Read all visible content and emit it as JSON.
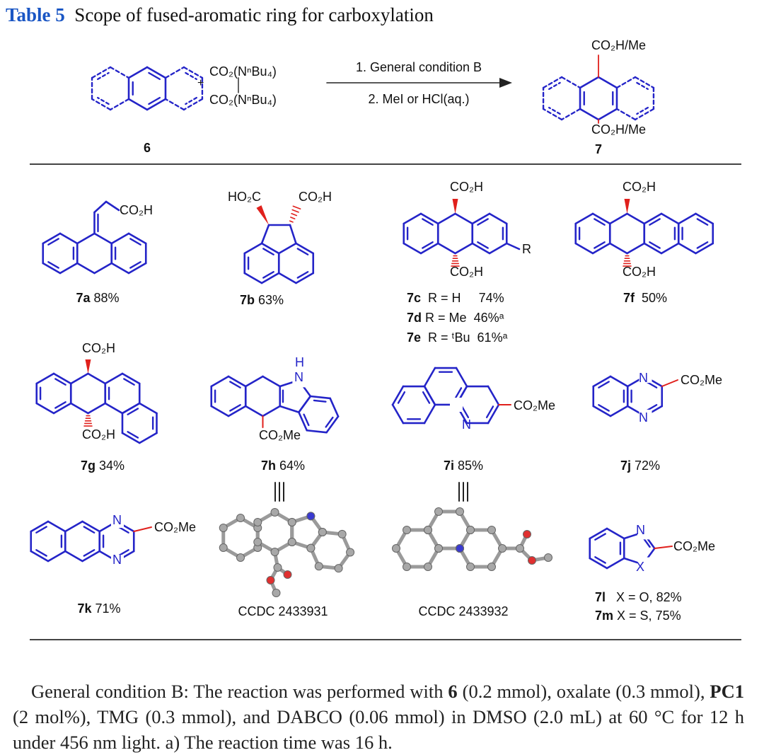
{
  "title": {
    "label": "Table 5",
    "text": "Scope of fused-aromatic ring for carboxylation"
  },
  "scheme": {
    "substrate_id": "6",
    "plus": "+",
    "reagent_top": "CO₂(NⁿBu₄)",
    "reagent_bottom": "CO₂(NⁿBu₄)",
    "condition_1": "1. General condition B",
    "condition_2": "2. MeI or HCl(aq.)",
    "product_id": "7",
    "product_top": "CO₂H/Me",
    "product_bottom": "CO₂H/Me"
  },
  "atoms": {
    "co2h": "CO₂H",
    "ho2c": "HO₂C",
    "co2me": "CO₂Me",
    "r": "R",
    "n": "N",
    "h": "H",
    "x": "X"
  },
  "compounds": [
    {
      "id": "7a",
      "yield": "88%"
    },
    {
      "id": "7b",
      "yield": "63%"
    },
    {
      "id": "7c",
      "cond": "R = H",
      "yield": "74%"
    },
    {
      "id": "7d",
      "cond": "R = Me",
      "yield": "46%ᵃ"
    },
    {
      "id": "7e",
      "cond": "R = ᵗBu",
      "yield": "61%ᵃ"
    },
    {
      "id": "7f",
      "yield": "50%"
    },
    {
      "id": "7g",
      "yield": "34%"
    },
    {
      "id": "7h",
      "yield": "64%"
    },
    {
      "id": "7i",
      "yield": "85%"
    },
    {
      "id": "7j",
      "yield": "72%"
    },
    {
      "id": "7k",
      "yield": "71%"
    },
    {
      "id": "7l",
      "cond": "X = O,",
      "yield": "82%"
    },
    {
      "id": "7m",
      "cond": "X = S,",
      "yield": "75%"
    }
  ],
  "crystals": [
    {
      "label": "CCDC 2433931"
    },
    {
      "label": "CCDC 2433932"
    }
  ],
  "footnote": {
    "p1": "General condition B: The reaction was performed with ",
    "b1": "6",
    "p2": " (0.2 mmol), oxalate (0.3 mmol), ",
    "b2": "PC1",
    "p3": " (2 mol%), TMG (0.3 mmol), and DABCO (0.06 mmol) in DMSO (2.0 mL) at 60 °C for 12 h under 456 nm light. a) The reaction time was 16 h."
  },
  "colors": {
    "bond": "#2424c8",
    "new_bond": "#e0201c",
    "title": "#1a56c4"
  }
}
